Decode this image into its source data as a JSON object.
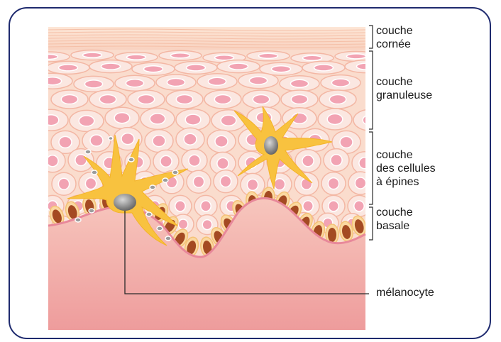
{
  "diagram": {
    "labels": {
      "corneum": [
        "couche",
        "cornée"
      ],
      "granular": [
        "couche",
        "granuleuse"
      ],
      "spinous": [
        "couche",
        "des cellules",
        "à épines"
      ],
      "basal": [
        "couche",
        "basale"
      ],
      "melanocyte": "mélanocyte"
    }
  },
  "colors": {
    "frame": "#1e2a6e",
    "dermis": "#f0a7a5",
    "cell_fill": "#fbe7e1",
    "cell_nucleus": "#f2a3b3",
    "basal_cell": "#a44a22",
    "melanocyte": "#f8c23f",
    "melanocyte_nucleus": "#7a7a7a"
  }
}
